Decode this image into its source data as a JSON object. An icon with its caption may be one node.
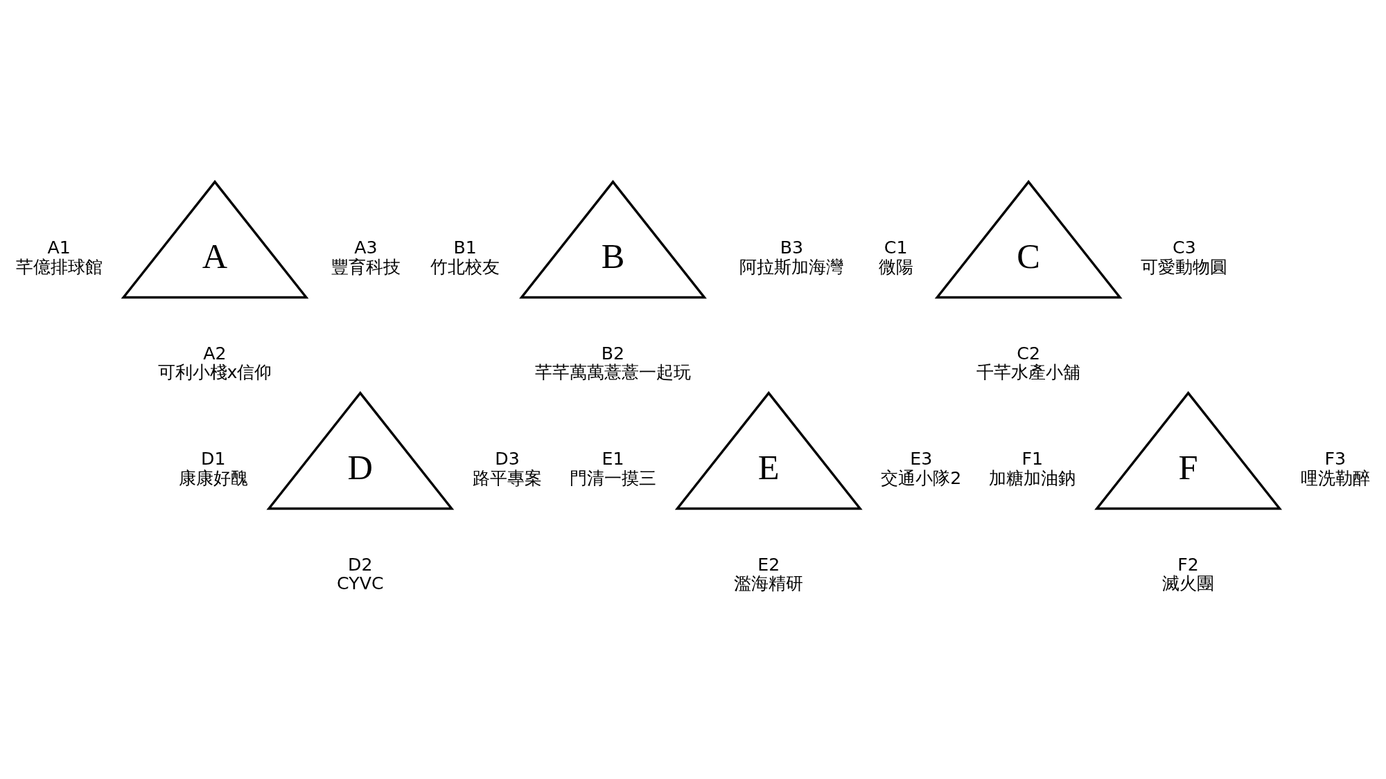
{
  "diagram": {
    "nodes": [
      {
        "text": [
          "A"
        ],
        "beside": [
          "A1",
          "芊億排球館",
          "A2",
          "可利小棧x信仰",
          "A3",
          "豐育科技"
        ]
      },
      {
        "text": [
          "B"
        ],
        "beside": [
          "B1",
          "竹北校友",
          "B2",
          "芊芊萬萬薏薏一起玩",
          "B3",
          "阿拉斯加海灣"
        ]
      },
      {
        "text": [
          "C"
        ],
        "beside": [
          "C1",
          "微陽",
          "C2",
          "千芊水產小舖",
          "C3",
          "可愛動物圓"
        ]
      },
      {
        "text": [
          "D"
        ],
        "beside": [
          "D1",
          "康康好醜",
          "D2",
          "CYVC",
          "D3",
          "路平專案"
        ]
      },
      {
        "text": [
          "E"
        ],
        "beside": [
          "E1",
          "門清一摸三",
          "E2",
          "濫海精研",
          "E3",
          "交通小隊2"
        ]
      },
      {
        "text": [
          "F"
        ],
        "beside": [
          "F1",
          "加糖加油鈉",
          "F2",
          "滅火團",
          "F3",
          "哩洗勒醉"
        ]
      }
    ],
    "edges": []
  }
}
